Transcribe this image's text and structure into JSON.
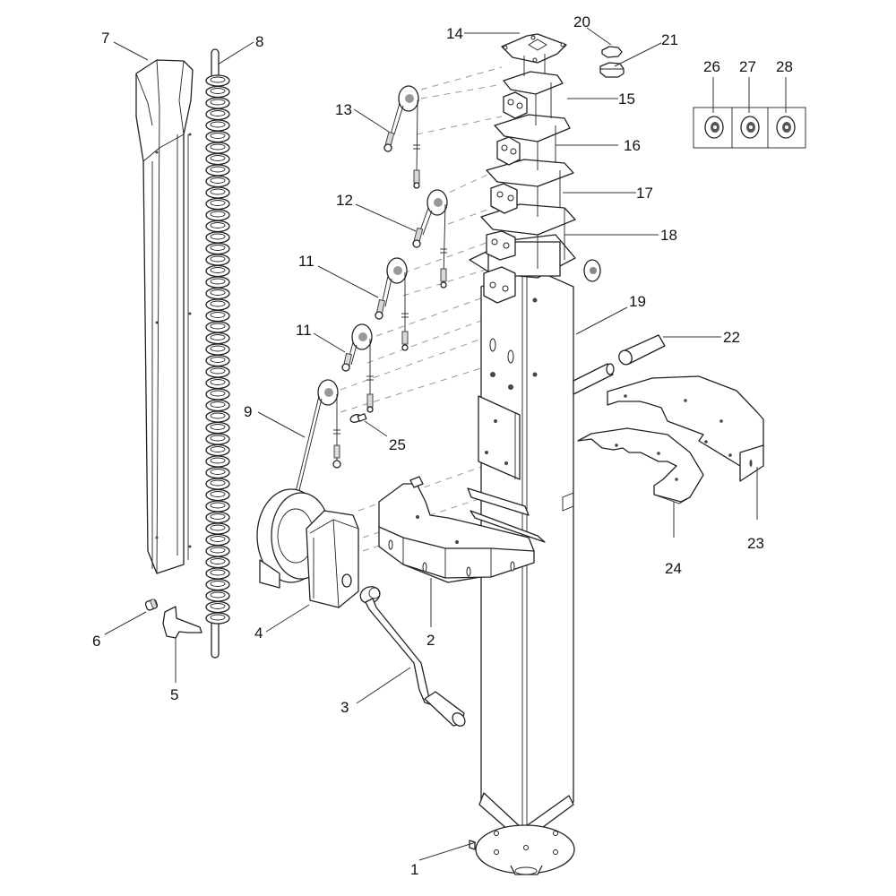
{
  "diagram": {
    "type": "exploded-parts-diagram",
    "subject": "telescopic mast with winch",
    "callouts": [
      {
        "id": "1",
        "label": "1",
        "part": "base plate"
      },
      {
        "id": "2",
        "label": "2",
        "part": "winch mounting bracket"
      },
      {
        "id": "3",
        "label": "3",
        "part": "winch crank handle"
      },
      {
        "id": "4",
        "label": "4",
        "part": "winch"
      },
      {
        "id": "5",
        "label": "5",
        "part": "fork clip"
      },
      {
        "id": "6",
        "label": "6",
        "part": "small fitting"
      },
      {
        "id": "7",
        "label": "7",
        "part": "cable guide channel"
      },
      {
        "id": "8",
        "label": "8",
        "part": "coiled cable"
      },
      {
        "id": "9",
        "label": "9",
        "part": "winch cable with pulley"
      },
      {
        "id": "11a",
        "label": "11",
        "part": "pulley cable assembly"
      },
      {
        "id": "11b",
        "label": "11",
        "part": "pulley cable assembly"
      },
      {
        "id": "12",
        "label": "12",
        "part": "pulley cable assembly"
      },
      {
        "id": "13",
        "label": "13",
        "part": "pulley cable assembly"
      },
      {
        "id": "14",
        "label": "14",
        "part": "top plate"
      },
      {
        "id": "15",
        "label": "15",
        "part": "mast section"
      },
      {
        "id": "16",
        "label": "16",
        "part": "mast section"
      },
      {
        "id": "17",
        "label": "17",
        "part": "mast section"
      },
      {
        "id": "18",
        "label": "18",
        "part": "mast section"
      },
      {
        "id": "19",
        "label": "19",
        "part": "base mast tube"
      },
      {
        "id": "20",
        "label": "20",
        "part": "slide pad"
      },
      {
        "id": "21",
        "label": "21",
        "part": "slide pad"
      },
      {
        "id": "22",
        "label": "22",
        "part": "handle grip"
      },
      {
        "id": "23",
        "label": "23",
        "part": "upper guard plate"
      },
      {
        "id": "24",
        "label": "24",
        "part": "lower guard plate"
      },
      {
        "id": "25",
        "label": "25",
        "part": "screw"
      },
      {
        "id": "26",
        "label": "26",
        "part": "pulley wheel"
      },
      {
        "id": "27",
        "label": "27",
        "part": "pulley wheel"
      },
      {
        "id": "28",
        "label": "28",
        "part": "pulley wheel"
      }
    ]
  }
}
